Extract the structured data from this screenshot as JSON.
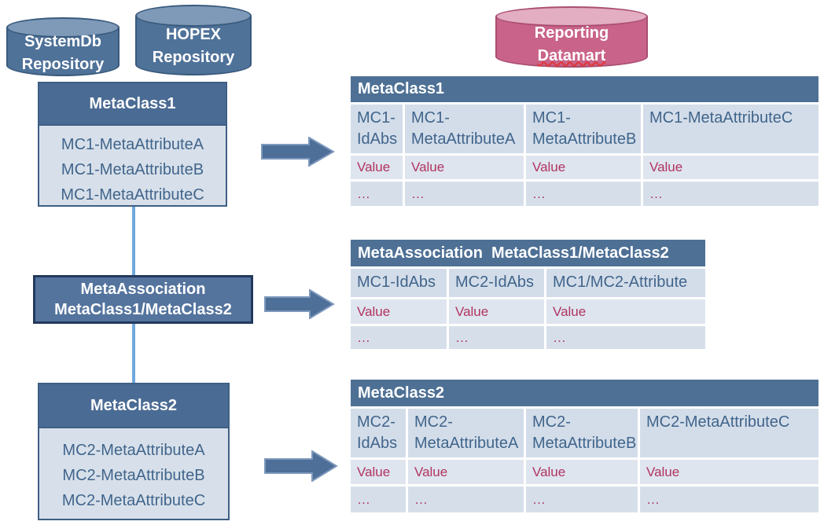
{
  "palette": {
    "steel_blue": "#4e7095",
    "box_header_blue": "#4a6b93",
    "assoc_fill": "#54749e",
    "assoc_border": "#23395c",
    "light_cell": "#d3dde9",
    "box_body": "#d7e0ea",
    "attr_text": "#41658c",
    "value_text": "#b13363",
    "cylinder_blue": "#4f7299",
    "cylinder_pink": "#c96389",
    "connector_blue": "#6fa8dc"
  },
  "cylinders": {
    "systemdb": {
      "line1": "SystemDb",
      "line2": "Repository"
    },
    "hopex": {
      "line1": "HOPEX",
      "line2": "Repository"
    },
    "datamart": {
      "line1": "Reporting",
      "line2": "Datamart"
    }
  },
  "left_column": {
    "boxes": [
      {
        "title": "MetaClass1",
        "attributes": [
          "MC1-MetaAttributeA",
          "MC1-MetaAttributeB",
          "MC1-MetaAttributeC"
        ]
      },
      {
        "line1": "MetaAssociation",
        "line2": "MetaClass1/MetaClass2"
      },
      {
        "title": "MetaClass2",
        "attributes": [
          "MC2-MetaAttributeA",
          "MC2-MetaAttributeB",
          "MC2-MetaAttributeC"
        ]
      }
    ]
  },
  "tables": [
    {
      "title": "MetaClass1",
      "columns": [
        "MC1-IdAbs",
        "MC1-MetaAttributeA",
        "MC1-MetaAttributeB",
        "MC1-MetaAttributeC"
      ],
      "rows": [
        [
          "Value",
          "Value",
          "Value",
          "Value"
        ],
        [
          "…",
          "…",
          "…",
          "…"
        ]
      ]
    },
    {
      "title": "MetaAssociation  MetaClass1/MetaClass2",
      "columns": [
        "MC1-IdAbs",
        "MC2-IdAbs",
        "MC1/MC2-Attribute"
      ],
      "rows": [
        [
          "Value",
          "Value",
          "Value"
        ],
        [
          "…",
          "…",
          "…"
        ]
      ]
    },
    {
      "title": "MetaClass2",
      "columns": [
        "MC2-IdAbs",
        "MC2-MetaAttributeA",
        "MC2-MetaAttributeB",
        "MC2-MetaAttributeC"
      ],
      "rows": [
        [
          "Value",
          "Value",
          "Value",
          "Value"
        ],
        [
          "…",
          "…",
          "…",
          "…"
        ]
      ]
    }
  ]
}
